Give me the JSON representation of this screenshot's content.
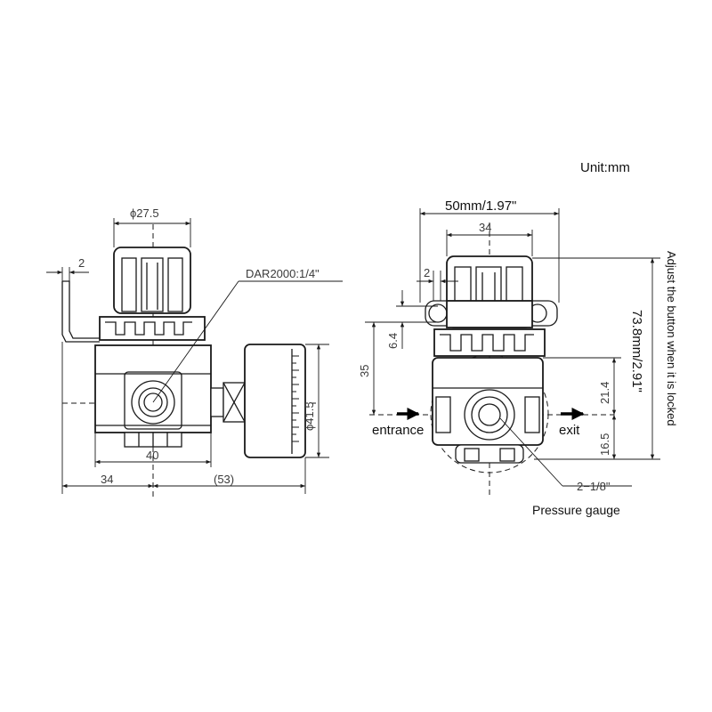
{
  "unit_label": "Unit:mm",
  "left_view": {
    "dim_diameter_knob": "ϕ27.5",
    "dim_bracket_thickness": "2",
    "port_callout": "DAR2000:1/4\"",
    "dim_gauge_diameter": "ϕ41.5",
    "dim_body_width": "40",
    "dim_left_offset": "34",
    "dim_gauge_offset": "(53)"
  },
  "right_view": {
    "dim_overall_width": "50mm/1.97\"",
    "dim_knob_width": "34",
    "dim_small": "2",
    "dim_hole_spacing": "6.4",
    "dim_port_height": "35",
    "dim_upper_body": "21.4",
    "dim_lower_body": "16.5",
    "dim_overall_height": "73.8mm/2.91\"",
    "label_entrance": "entrance",
    "label_exit": "exit",
    "label_gauge_port": "2−1/8\"",
    "label_pressure_gauge": "Pressure gauge",
    "side_note": "Adjust the button when it is locked"
  }
}
